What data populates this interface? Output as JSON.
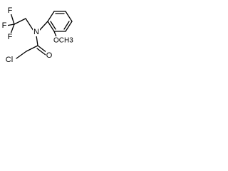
{
  "molecule": {
    "atoms": {
      "fluorine_top": "F",
      "fluorine_left": "F",
      "fluorine_bottom": "F",
      "nitrogen": "N",
      "oxygen_carbonyl": "O",
      "chlorine": "Cl",
      "methoxy": "OCH3"
    }
  }
}
